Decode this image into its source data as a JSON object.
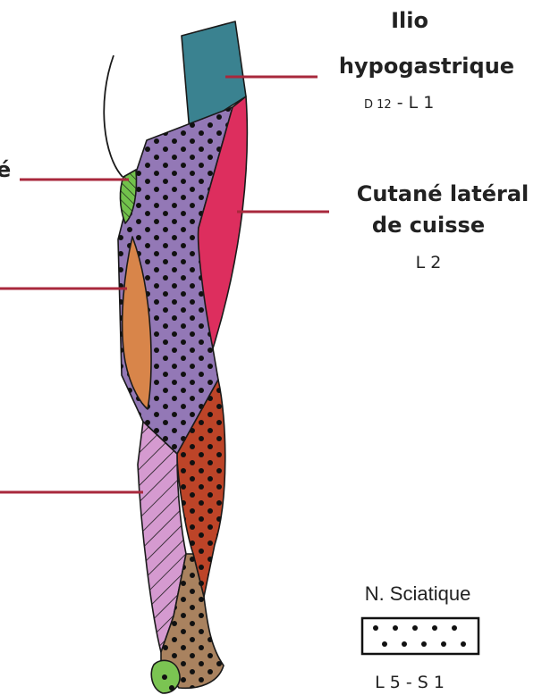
{
  "labels": {
    "ilio": {
      "line1": "Ilio",
      "line2": "hypogastrique",
      "seg_small": "D 12",
      "seg_rest": " - L 1"
    },
    "cutane": {
      "line1": "Cutané latéral",
      "line2": "de cuisse",
      "seg": "L 2"
    },
    "left_cropped": {
      "text": "é"
    },
    "sciatique": {
      "title": "N. Sciatique",
      "seg": "L 5 - S 1"
    }
  },
  "colors": {
    "ilio_hypogastrique": "#3a8290",
    "cutane_lateral": "#dd2e5e",
    "sciatique": "#9378b6",
    "orange_zone": "#d8854a",
    "green_hatch_zone": "#72c24c",
    "pink_hatch_zone": "#d59ad0",
    "red_zone": "#bd4428",
    "brown_zone": "#a9825f",
    "light_green_zone": "#7bc452",
    "leader_lines": "#a8283c"
  }
}
